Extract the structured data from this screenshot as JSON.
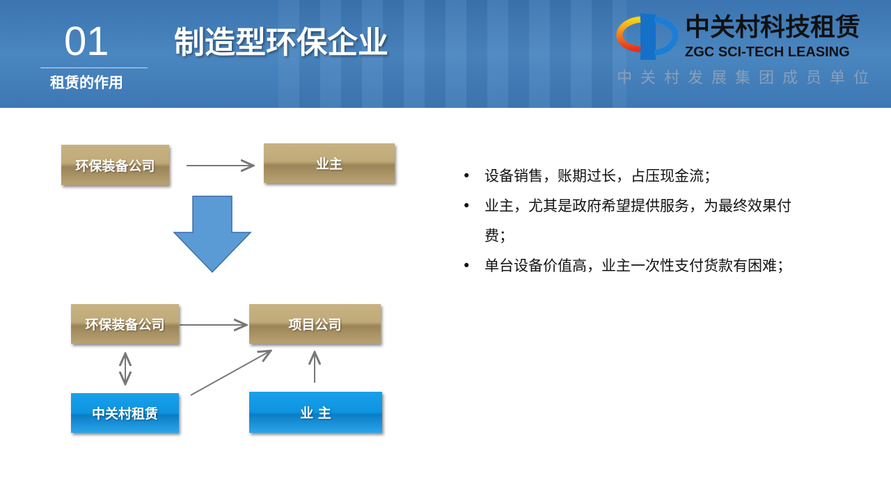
{
  "header": {
    "section_number": "01",
    "section_label": "租赁的作用",
    "title": "制造型环保企业"
  },
  "logo": {
    "name_cn": "中关村科技租赁",
    "name_en": "ZGC SCI-TECH LEASING",
    "tagline": "中关村发展集团成员单位"
  },
  "diagram": {
    "before": {
      "supplier": "环保装备公司",
      "owner": "业主"
    },
    "after": {
      "supplier": "环保装备公司",
      "project_company": "项目公司",
      "lessor": "中关村租赁",
      "owner": "业 主"
    }
  },
  "bullets": [
    "设备销售，账期过长，占压现金流；",
    "业主，尤其是政府希望提供服务，为最终效果付费；",
    "单台设备价值高，业主一次性支付货款有困难；"
  ]
}
